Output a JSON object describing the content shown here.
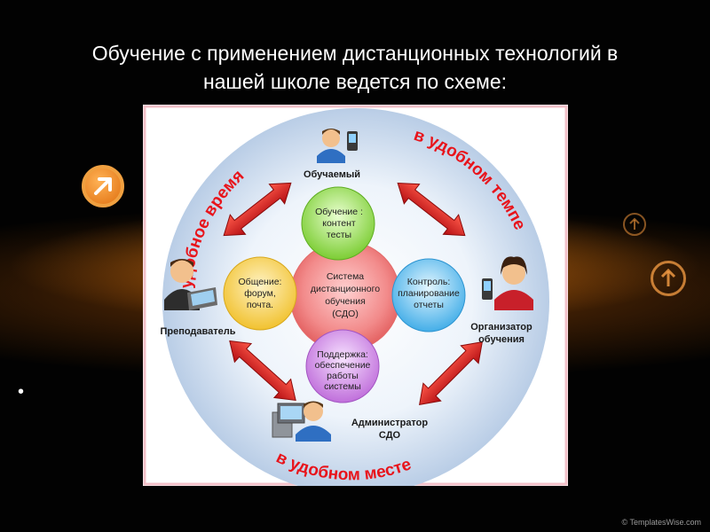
{
  "slide": {
    "title_line1": "Обучение с применением дистанционных технологий в",
    "title_line2": "нашей школе ведется по схеме:",
    "bullet": "•",
    "watermark": "© TemplatesWise.com"
  },
  "diagram": {
    "center": [
      "Система",
      "дистанционного",
      "обучения",
      "(СДО)"
    ],
    "top": [
      "Обучение :",
      "контент",
      "тесты"
    ],
    "left": [
      "Общение:",
      "форум,",
      "почта."
    ],
    "right": [
      "Контроль:",
      "планирование",
      "отчеты"
    ],
    "bottom": [
      "Поддержка:",
      "обеспечение",
      "работы",
      "системы"
    ],
    "roles": {
      "student": "Обучаемый",
      "teacher": "Преподаватель",
      "organizer_line1": "Организатор",
      "organizer_line2": "обучения",
      "admin_line1": "Администратор",
      "admin_line2": "СДО"
    },
    "ring": {
      "top_left": "в удобное время",
      "top_right": "в удобном темпе",
      "bottom": "в удобном месте"
    }
  },
  "colors": {
    "ring_text": "#e8141b",
    "arrow": "#d41e1e",
    "center_circle": "#f06f6f",
    "top_circle": "#8fd64a",
    "left_circle": "#f4c93c",
    "right_circle": "#58b9ee",
    "bottom_circle": "#c97be0"
  }
}
